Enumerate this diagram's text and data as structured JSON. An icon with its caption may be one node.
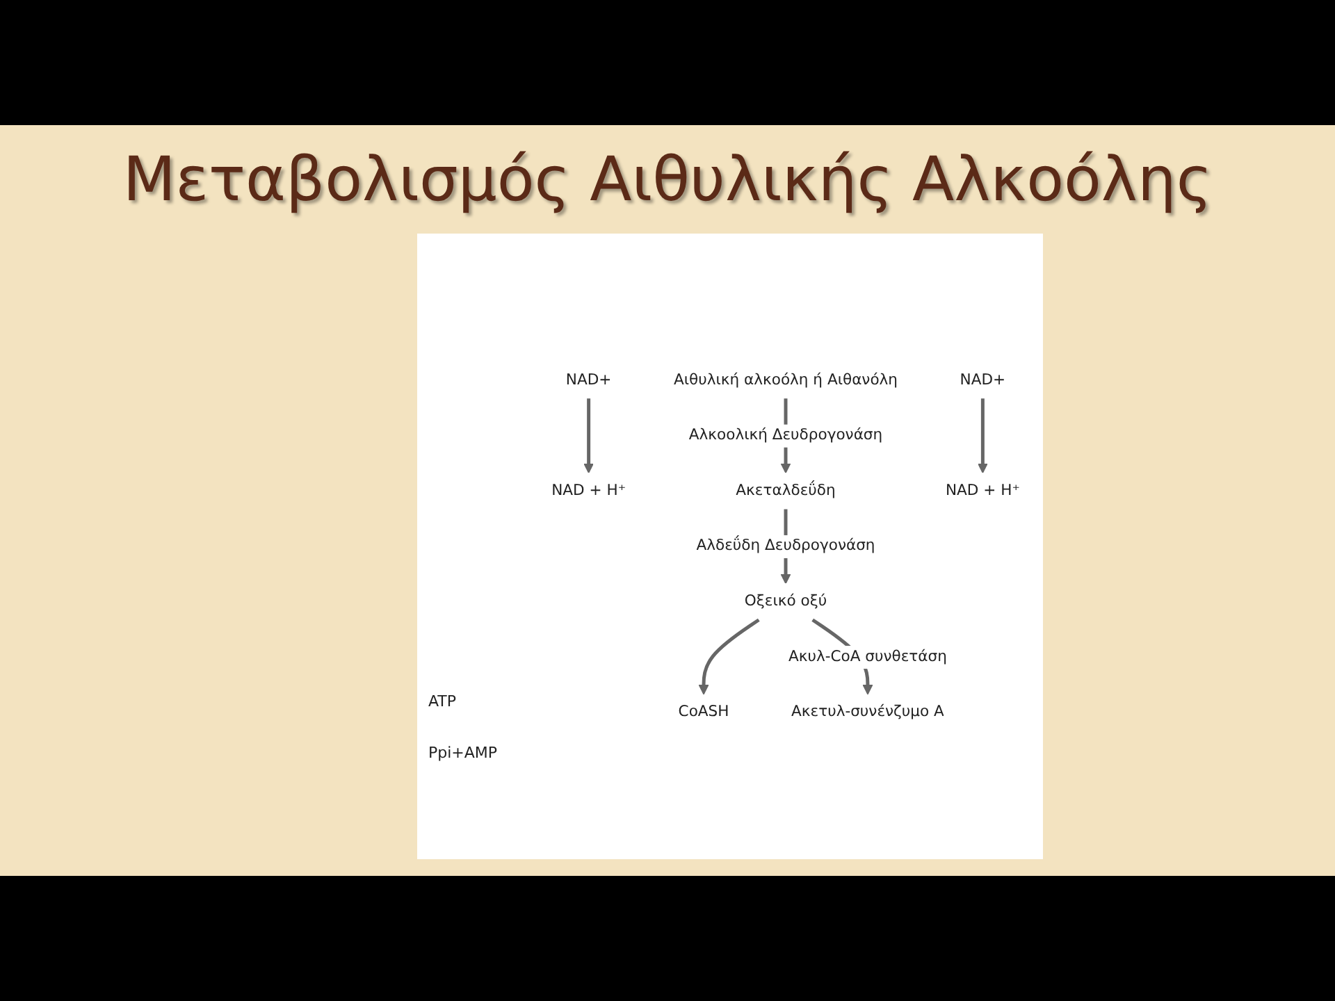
{
  "diagram": {
    "title": "Μεταβολισμός Αιθυλικής Αλκοόλης",
    "nodes": [
      {
        "text": [
          "Αιθυλική αλκοόλη ή Αιθανόλη"
        ]
      },
      {
        "text": [
          "NAD+"
        ]
      },
      {
        "text": [
          "NAD + H⁺"
        ]
      },
      {
        "text": [
          "Ακεταλδεΰδη"
        ]
      },
      {
        "text": [
          "NAD+"
        ]
      },
      {
        "text": [
          "NAD + H⁺"
        ]
      },
      {
        "text": [
          "Οξεικό οξύ"
        ]
      },
      {
        "text": [
          "CoASH"
        ]
      },
      {
        "text": [
          "Ακετυλ-συνένζυμο Α"
        ]
      }
    ],
    "edges": [
      {
        "from": 1,
        "to": 2,
        "arrow": "to"
      },
      {
        "from": 0,
        "to": 3,
        "arrow": "to",
        "label": "Αλκοολική Δευδρογονάση"
      },
      {
        "from": 4,
        "to": 5,
        "arrow": "to"
      },
      {
        "from": 3,
        "to": 6,
        "arrow": "to",
        "label": "Αλδεΰδη Δευδρογονάση"
      },
      {
        "from": 6,
        "to": 7,
        "arrow": "to"
      },
      {
        "from": 6,
        "to": 8,
        "arrow": "to",
        "label": "Ακυλ-CoA συνθετάση"
      }
    ],
    "labels": [
      "ATP",
      "Ppi+AMP"
    ]
  }
}
